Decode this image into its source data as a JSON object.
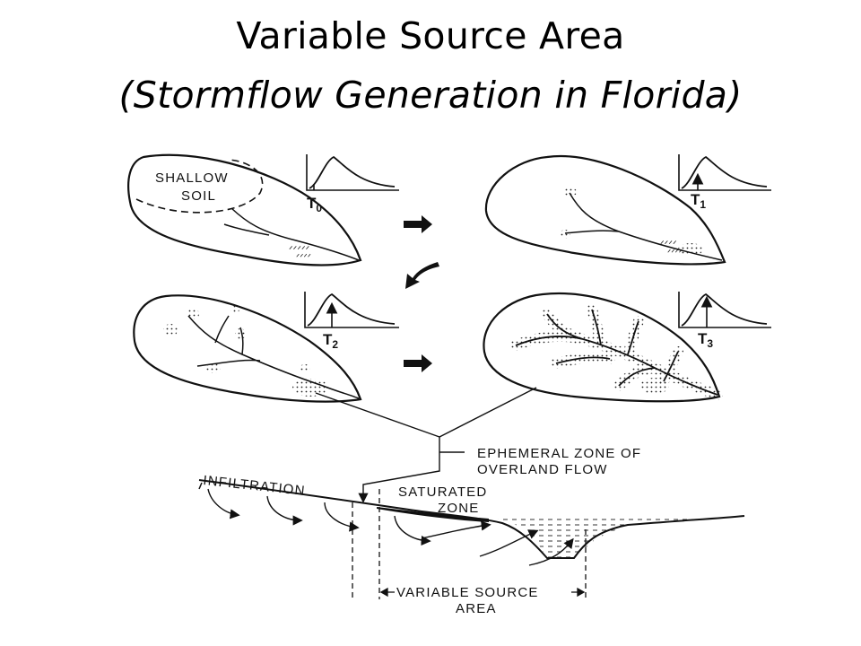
{
  "title": {
    "line1": "Variable Source Area",
    "line2": "(Stormflow Generation in Florida)"
  },
  "panels": [
    {
      "time_label": "T",
      "time_sub": "0",
      "inner_label_1": "SHALLOW",
      "inner_label_2": "SOIL"
    },
    {
      "time_label": "T",
      "time_sub": "1"
    },
    {
      "time_label": "T",
      "time_sub": "2"
    },
    {
      "time_label": "T",
      "time_sub": "3"
    }
  ],
  "profile": {
    "ephemeral_1": "EPHEMERAL ZONE OF",
    "ephemeral_2": "OVERLAND FLOW",
    "infiltration": "INFILTRATION",
    "saturated_1": "SATURATED",
    "saturated_2": "ZONE",
    "vsa_1": "VARIABLE SOURCE",
    "vsa_2": "AREA"
  }
}
